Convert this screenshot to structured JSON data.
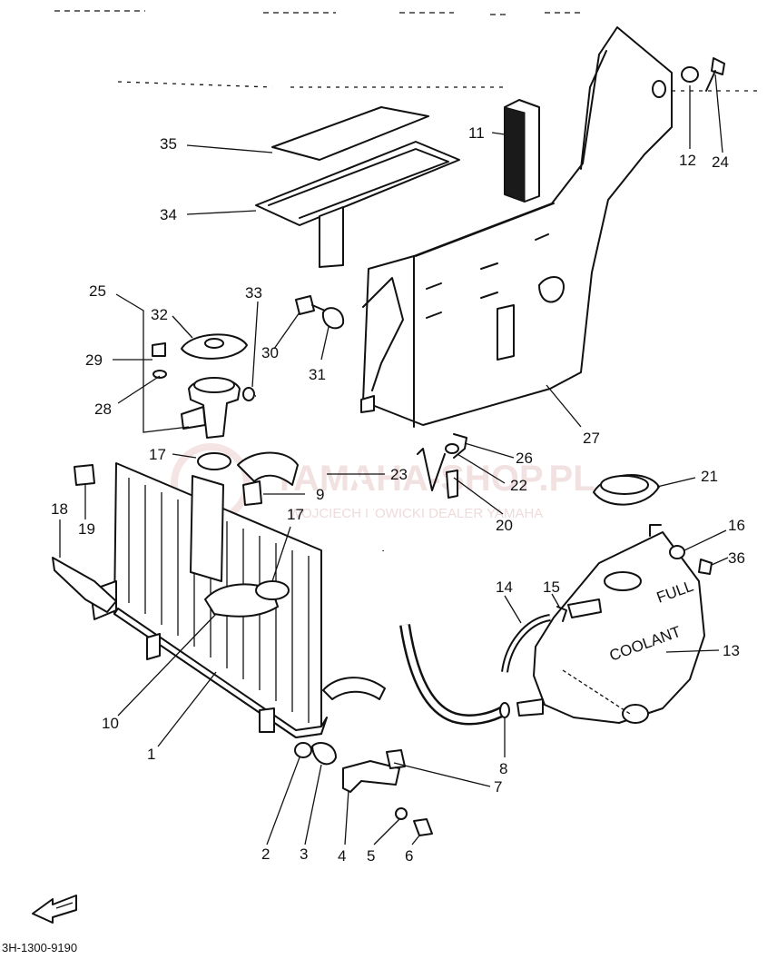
{
  "watermark": {
    "main": "YAMAHA-SHOP.PL",
    "sub": "WOJCIECH NOWICKI DEALER YAMAHA"
  },
  "document_code": "3H-1300-9190",
  "icons": {
    "front_arrow": "front-direction-arrow-icon"
  },
  "labels": [
    {
      "id": "p35",
      "text": "35"
    },
    {
      "id": "p34",
      "text": "34"
    },
    {
      "id": "p11",
      "text": "11"
    },
    {
      "id": "p12",
      "text": "12"
    },
    {
      "id": "p24",
      "text": "24"
    },
    {
      "id": "p25",
      "text": "25"
    },
    {
      "id": "p32",
      "text": "32"
    },
    {
      "id": "p33",
      "text": "33"
    },
    {
      "id": "p30",
      "text": "30"
    },
    {
      "id": "p31",
      "text": "31"
    },
    {
      "id": "p29",
      "text": "29"
    },
    {
      "id": "p28",
      "text": "28"
    },
    {
      "id": "p17a",
      "text": "17"
    },
    {
      "id": "p9",
      "text": "9"
    },
    {
      "id": "p23",
      "text": "23"
    },
    {
      "id": "p26",
      "text": "26"
    },
    {
      "id": "p22",
      "text": "22"
    },
    {
      "id": "p20",
      "text": "20"
    },
    {
      "id": "p27",
      "text": "27"
    },
    {
      "id": "p21",
      "text": "21"
    },
    {
      "id": "p18",
      "text": "18"
    },
    {
      "id": "p19",
      "text": "19"
    },
    {
      "id": "p17b",
      "text": "17"
    },
    {
      "id": "p16",
      "text": "16"
    },
    {
      "id": "p36",
      "text": "36"
    },
    {
      "id": "p14",
      "text": "14"
    },
    {
      "id": "p15",
      "text": "15"
    },
    {
      "id": "p13",
      "text": "13"
    },
    {
      "id": "p10",
      "text": "10"
    },
    {
      "id": "p1",
      "text": "1"
    },
    {
      "id": "p8",
      "text": "8"
    },
    {
      "id": "p7",
      "text": "7"
    },
    {
      "id": "p2",
      "text": "2"
    },
    {
      "id": "p3",
      "text": "3"
    },
    {
      "id": "p4",
      "text": "4"
    },
    {
      "id": "p5",
      "text": "5"
    },
    {
      "id": "p6",
      "text": "6"
    }
  ],
  "tank_text": {
    "full": "FULL",
    "coolant": "COOLANT"
  }
}
